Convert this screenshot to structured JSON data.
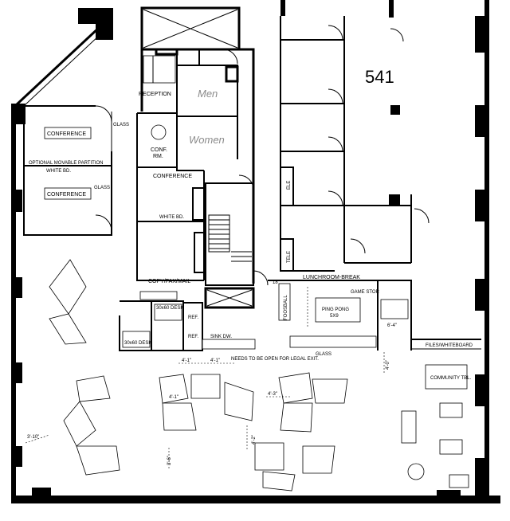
{
  "suite_number": "541",
  "rooms": {
    "reception": "RECEPTION",
    "men": "Men",
    "women": "Women",
    "conf_rm_line1": "CONF.",
    "conf_rm_line2": "RM.",
    "conference_left_1": "CONFERENCE",
    "conference_left_2": "CONFERENCE",
    "conference_center": "CONFERENCE",
    "copy_fax_mail": "COPY/FAX/MAIL",
    "lunchroom_break": "LUNCHROOM-BREAK",
    "game_stor": "GAME STOR",
    "ping_pong_line1": "PING PONG",
    "ping_pong_line2": "5X9",
    "community_tbl": "COMMUNITY TBL.",
    "files_whiteboard": "FILES/WHITEBOARD",
    "elec": "ELE",
    "tele": "TELE",
    "foosball": "FOOSBALL"
  },
  "notes": {
    "glass_1": "GLASS",
    "glass_2": "GLASS",
    "glass_3": "GLASS",
    "white_bd_1": "WHITE BD.",
    "white_bd_2": "WHITE BD.",
    "optional_partition": "OPTIONAL MOVABLE PARTITION",
    "desk_30x60_a": "30x60 DESK",
    "desk_30x60_b": "30x60 DESK",
    "ref_1": "REF.",
    "ref_2": "REF.",
    "sink_dw": "SINK  DW.",
    "legal_exit": "NEEDS TO BE OPEN FOR LEGAL EXIT."
  },
  "dimensions": {
    "d_4_1_a": "4'-1\"",
    "d_4_1_b": "4'-1\"",
    "d_4_1_c": "4'-1\"",
    "d_4_3": "4'-3\"",
    "d_4_2": "4'-2\"",
    "d_4_0": "4'-0\"",
    "d_6_4": "6'-4\"",
    "d_3_10": "3'-10\"",
    "d_3_6": "3'-6\"",
    "d_18": "18\""
  },
  "colors": {
    "line": "#000000",
    "label_gray": "#8a8a8a",
    "background": "#ffffff"
  }
}
